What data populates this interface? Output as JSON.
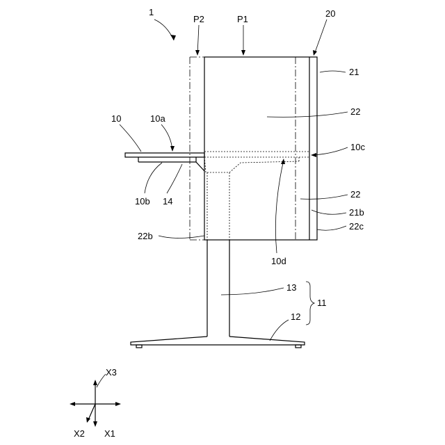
{
  "figure": {
    "labels": {
      "device": "1",
      "p2": "P2",
      "p1": "P1",
      "housing": "20",
      "panel_21": "21",
      "panel_22_top": "22",
      "tray": "10",
      "tray_top": "10a",
      "tray_edge": "10c",
      "tray_bottom": "10b",
      "bracket": "14",
      "panel_22_mid": "22",
      "inner_21b": "21b",
      "edge_22b": "22b",
      "edge_22c": "22c",
      "tray_inner": "10d",
      "column": "13",
      "stand": "11",
      "base": "12"
    },
    "axes": {
      "x3": "X3",
      "x2": "X2",
      "x1": "X1"
    }
  }
}
